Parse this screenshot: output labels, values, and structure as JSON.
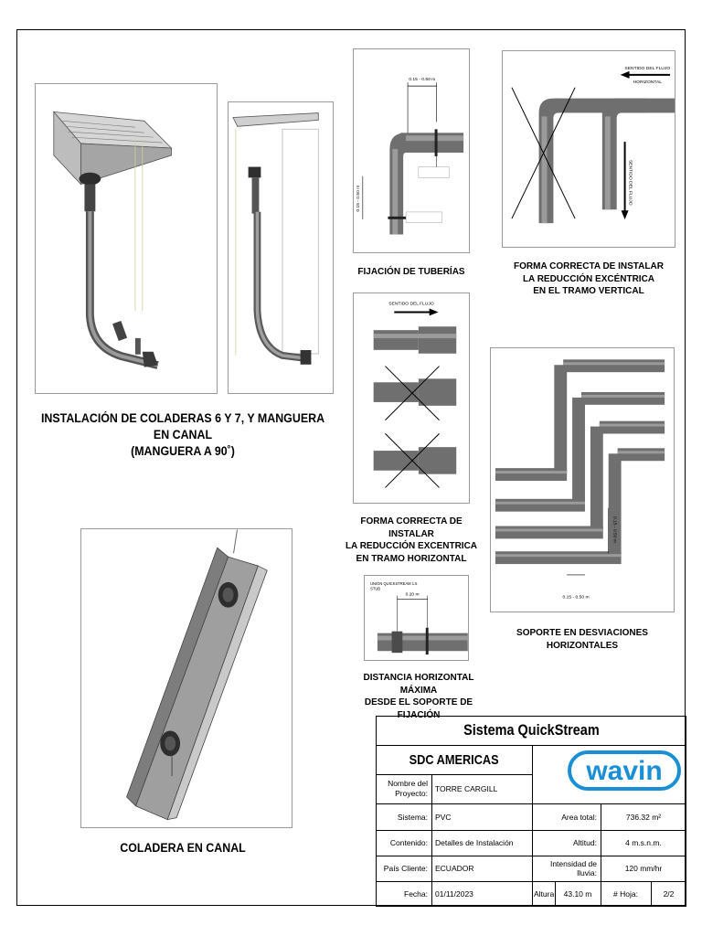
{
  "captions": {
    "coladeras": "INSTALACIÓN DE COLADERAS 6 Y 7, Y MANGUERA EN CANAL\n(MANGUERA A 90˚)",
    "fijacion": "FIJACIÓN DE TUBERÍAS",
    "reduccion_vertical": "FORMA CORRECTA DE INSTALAR\nLA REDUCCIÓN EXCÉNTRICA\nEN EL TRAMO VERTICAL",
    "reduccion_horizontal": "FORMA CORRECTA DE INSTALAR\nLA REDUCCIÓN EXCENTRICA\nEN TRAMO HORIZONTAL",
    "soporte_desviaciones": "SOPORTE EN DESVIACIONES\nHORIZONTALES",
    "distancia_horizontal": "DISTANCIA HORIZONTAL MÁXIMA\nDESDE EL SOPORTE DE FIJACIÓN",
    "coladera_canal": "COLADERA EN CANAL"
  },
  "drawing_labels": {
    "fijacion_dim_top": "0.15 - 0.50 m",
    "fijacion_dim_side": "0.15 - 0.50 m",
    "sentido_flujo_horizontal": "SENTIDO DEL FLUJO\nHORIZONTAL",
    "sentido_flujo_vertical": "SENTIDO DEL FLUJO",
    "sentido_flujo": "SENTIDO DEL FLUJO",
    "desviacion_dim_bottom": "0.15 - 0.50 m",
    "desviacion_dim_side": "0.15 - 0.50 m",
    "distancia_dim": "0.20 m",
    "distancia_note": "UNIÓN QUICKSTREAM 1.5\nSTUB"
  },
  "title_block": {
    "system_title": "Sistema QuickStream",
    "company": "SDC AMERICAS",
    "logo_text": "wavin",
    "project_label": "Nombre del\nProyecto:",
    "project_value": "TORRE CARGILL",
    "sistema_label": "Sistema:",
    "sistema_value": "PVC",
    "area_label": "Area total:",
    "area_value": "736.32 m²",
    "contenido_label": "Contenido:",
    "contenido_value": "Detalles de Instalación",
    "altitud_label": "Altitud:",
    "altitud_value": "4 m.s.n.m.",
    "pais_label": "País Cliente:",
    "pais_value": "ECUADOR",
    "lluvia_label": "Intensidad de lluvia:",
    "lluvia_value": "120 mm/hr",
    "fecha_label": "Fecha:",
    "fecha_value": "01/11/2023",
    "altura_label": "Altura:",
    "altura_value": "43.10 m",
    "hoja_label": "# Hoja:",
    "hoja_value": "2/2"
  },
  "colors": {
    "pipe": "#6d6d6d",
    "pipe_dark": "#3f3f3f",
    "wavin_blue": "#1a8fd6",
    "border": "#000000"
  }
}
